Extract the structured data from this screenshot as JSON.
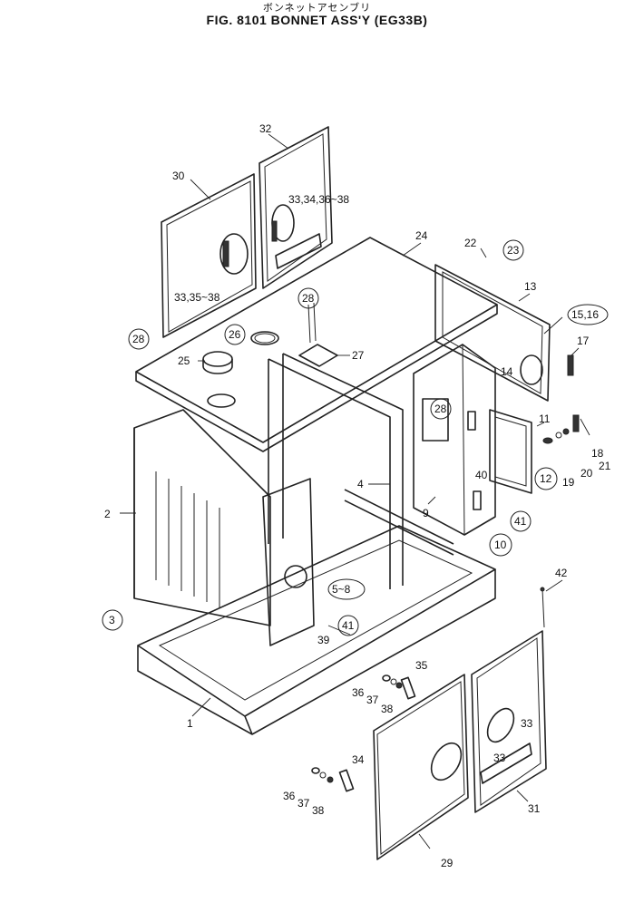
{
  "header": {
    "subtitle": "ボンネットアセンブリ",
    "title": "FIG. 8101  BONNET ASS'Y (EG33B)"
  },
  "callouts": [
    {
      "id": "c1",
      "label": "1",
      "circled": false
    },
    {
      "id": "c2",
      "label": "2",
      "circled": false
    },
    {
      "id": "c3",
      "label": "3",
      "circled": true
    },
    {
      "id": "c4",
      "label": "4",
      "circled": false
    },
    {
      "id": "c5to8",
      "label": "5~8",
      "circled": true
    },
    {
      "id": "c9",
      "label": "9",
      "circled": false
    },
    {
      "id": "c10",
      "label": "10",
      "circled": true
    },
    {
      "id": "c11",
      "label": "11",
      "circled": false
    },
    {
      "id": "c12",
      "label": "12",
      "circled": true
    },
    {
      "id": "c13",
      "label": "13",
      "circled": false
    },
    {
      "id": "c14",
      "label": "14",
      "circled": false
    },
    {
      "id": "c15_16",
      "label": "15,16",
      "circled": true
    },
    {
      "id": "c17",
      "label": "17",
      "circled": false
    },
    {
      "id": "c18",
      "label": "18",
      "circled": false
    },
    {
      "id": "c19",
      "label": "19",
      "circled": false
    },
    {
      "id": "c20",
      "label": "20",
      "circled": false
    },
    {
      "id": "c21",
      "label": "21",
      "circled": false
    },
    {
      "id": "c22",
      "label": "22",
      "circled": false
    },
    {
      "id": "c23",
      "label": "23",
      "circled": true
    },
    {
      "id": "c24",
      "label": "24",
      "circled": false
    },
    {
      "id": "c25",
      "label": "25",
      "circled": false
    },
    {
      "id": "c26",
      "label": "26",
      "circled": true
    },
    {
      "id": "c27",
      "label": "27",
      "circled": false
    },
    {
      "id": "c28a",
      "label": "28",
      "circled": true
    },
    {
      "id": "c28b",
      "label": "28",
      "circled": true
    },
    {
      "id": "c28c",
      "label": "28",
      "circled": true
    },
    {
      "id": "c29",
      "label": "29",
      "circled": false
    },
    {
      "id": "c30",
      "label": "30",
      "circled": false
    },
    {
      "id": "c31",
      "label": "31",
      "circled": false
    },
    {
      "id": "c32",
      "label": "32",
      "circled": false
    },
    {
      "id": "c33a",
      "label": "33",
      "circled": false
    },
    {
      "id": "c33b",
      "label": "33",
      "circled": false
    },
    {
      "id": "c33_34_36to38",
      "label": "33,34,36~38",
      "circled": false
    },
    {
      "id": "c33_35to38",
      "label": "33,35~38",
      "circled": false
    },
    {
      "id": "c34",
      "label": "34",
      "circled": false
    },
    {
      "id": "c35",
      "label": "35",
      "circled": false
    },
    {
      "id": "c36a",
      "label": "36",
      "circled": false
    },
    {
      "id": "c36b",
      "label": "36",
      "circled": false
    },
    {
      "id": "c37a",
      "label": "37",
      "circled": false
    },
    {
      "id": "c37b",
      "label": "37",
      "circled": false
    },
    {
      "id": "c38a",
      "label": "38",
      "circled": false
    },
    {
      "id": "c38b",
      "label": "38",
      "circled": false
    },
    {
      "id": "c39",
      "label": "39",
      "circled": false
    },
    {
      "id": "c40",
      "label": "40",
      "circled": false
    },
    {
      "id": "c41a",
      "label": "41",
      "circled": true
    },
    {
      "id": "c41b",
      "label": "41",
      "circled": true
    },
    {
      "id": "c42",
      "label": "42",
      "circled": false
    }
  ]
}
